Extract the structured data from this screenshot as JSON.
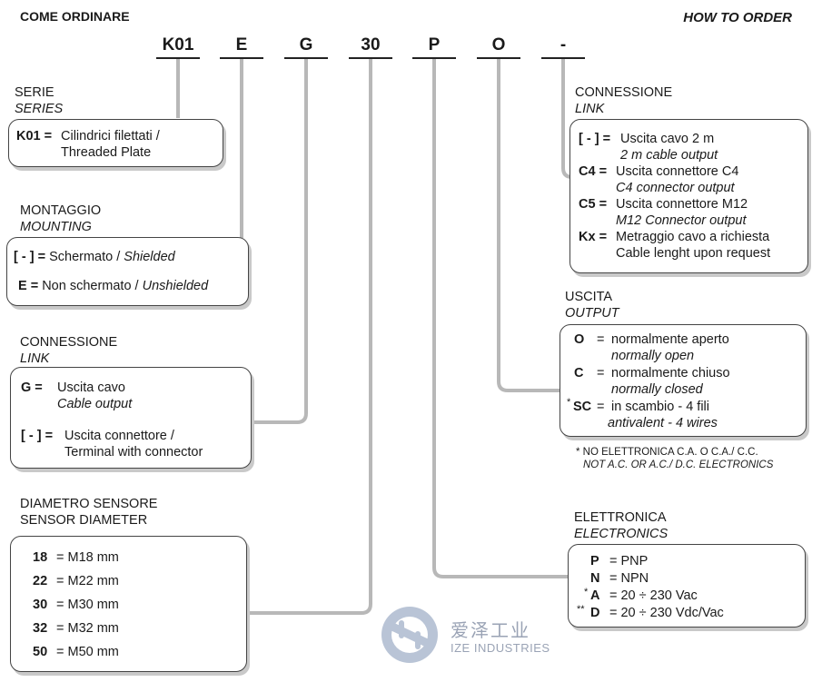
{
  "header": {
    "left": "COME ORDINARE",
    "right": "HOW TO ORDER"
  },
  "codes": [
    "K01",
    "E",
    "G",
    "30",
    "P",
    "O",
    "-"
  ],
  "serie": {
    "title": "SERIE",
    "title_en": "SERIES",
    "rows": [
      {
        "key": "K01 =",
        "line1": "Cilindrici filettati /",
        "line2": "Threaded Plate"
      }
    ]
  },
  "montaggio": {
    "title": "MONTAGGIO",
    "title_en": "MOUNTING",
    "rows": [
      {
        "key": "[ - ] =",
        "text": "Schermato / ",
        "text_en": "Shielded"
      },
      {
        "key": "E  =",
        "text": "Non schermato / ",
        "text_en": "Unshielded"
      }
    ]
  },
  "connessione_left": {
    "title": "CONNESSIONE",
    "title_en": "LINK",
    "rows": [
      {
        "key": "G  =",
        "line1": "Uscita cavo",
        "line2": "Cable output"
      },
      {
        "key": "[ - ] =",
        "line1": "Uscita connettore /",
        "line2": "Terminal with connector"
      }
    ]
  },
  "diametro": {
    "title": "DIAMETRO SENSORE",
    "title_en": "SENSOR DIAMETER",
    "rows": [
      {
        "key": "18",
        "value": "= M18 mm"
      },
      {
        "key": "22",
        "value": "= M22 mm"
      },
      {
        "key": "30",
        "value": "= M30 mm"
      },
      {
        "key": "32",
        "value": "= M32 mm"
      },
      {
        "key": "50",
        "value": "= M50 mm"
      }
    ]
  },
  "connessione_right": {
    "title": "CONNESSIONE",
    "title_en": "LINK",
    "rows": [
      {
        "key": "[ - ] =",
        "line1": "Uscita cavo 2 m",
        "line2": "2 m cable output"
      },
      {
        "key": "C4 =",
        "line1": "Uscita connettore C4",
        "line2": "C4 connector output"
      },
      {
        "key": "C5 =",
        "line1": "Uscita connettore M12",
        "line2": "M12 Connector output"
      },
      {
        "key": "Kx =",
        "line1": "Metraggio cavo a richiesta",
        "line2": "Cable lenght upon request"
      }
    ]
  },
  "uscita": {
    "title": "USCITA",
    "title_en": "OUTPUT",
    "rows": [
      {
        "key": "O",
        "eq": "=",
        "line1": "normalmente aperto",
        "line2": "normally open"
      },
      {
        "key": "C",
        "eq": "=",
        "line1": "normalmente chiuso",
        "line2": "normally closed"
      },
      {
        "star": "*",
        "key": "SC",
        "eq": "=",
        "line1": "in scambio - 4 fili",
        "line2": "antivalent - 4 wires"
      }
    ],
    "note_line1": "* NO ELETTRONICA C.A. O C.A./ C.C.",
    "note_line2": "NOT A.C. OR A.C./ D.C. ELECTRONICS"
  },
  "elettronica": {
    "title": "ELETTRONICA",
    "title_en": "ELECTRONICS",
    "rows": [
      {
        "star": "",
        "key": "P",
        "value": "=  PNP"
      },
      {
        "star": "",
        "key": "N",
        "value": "=  NPN"
      },
      {
        "star": "*",
        "key": "A",
        "value": "=  20 ÷ 230 Vac"
      },
      {
        "star": "**",
        "key": "D",
        "value": "=  20 ÷ 230 Vdc/Vac"
      }
    ]
  },
  "logo": {
    "cn": "爱泽工业",
    "en": "IZE INDUSTRIES"
  },
  "colors": {
    "connector": "#b8b8b8",
    "logo": "#9aa3b5",
    "box_border": "#444444"
  }
}
